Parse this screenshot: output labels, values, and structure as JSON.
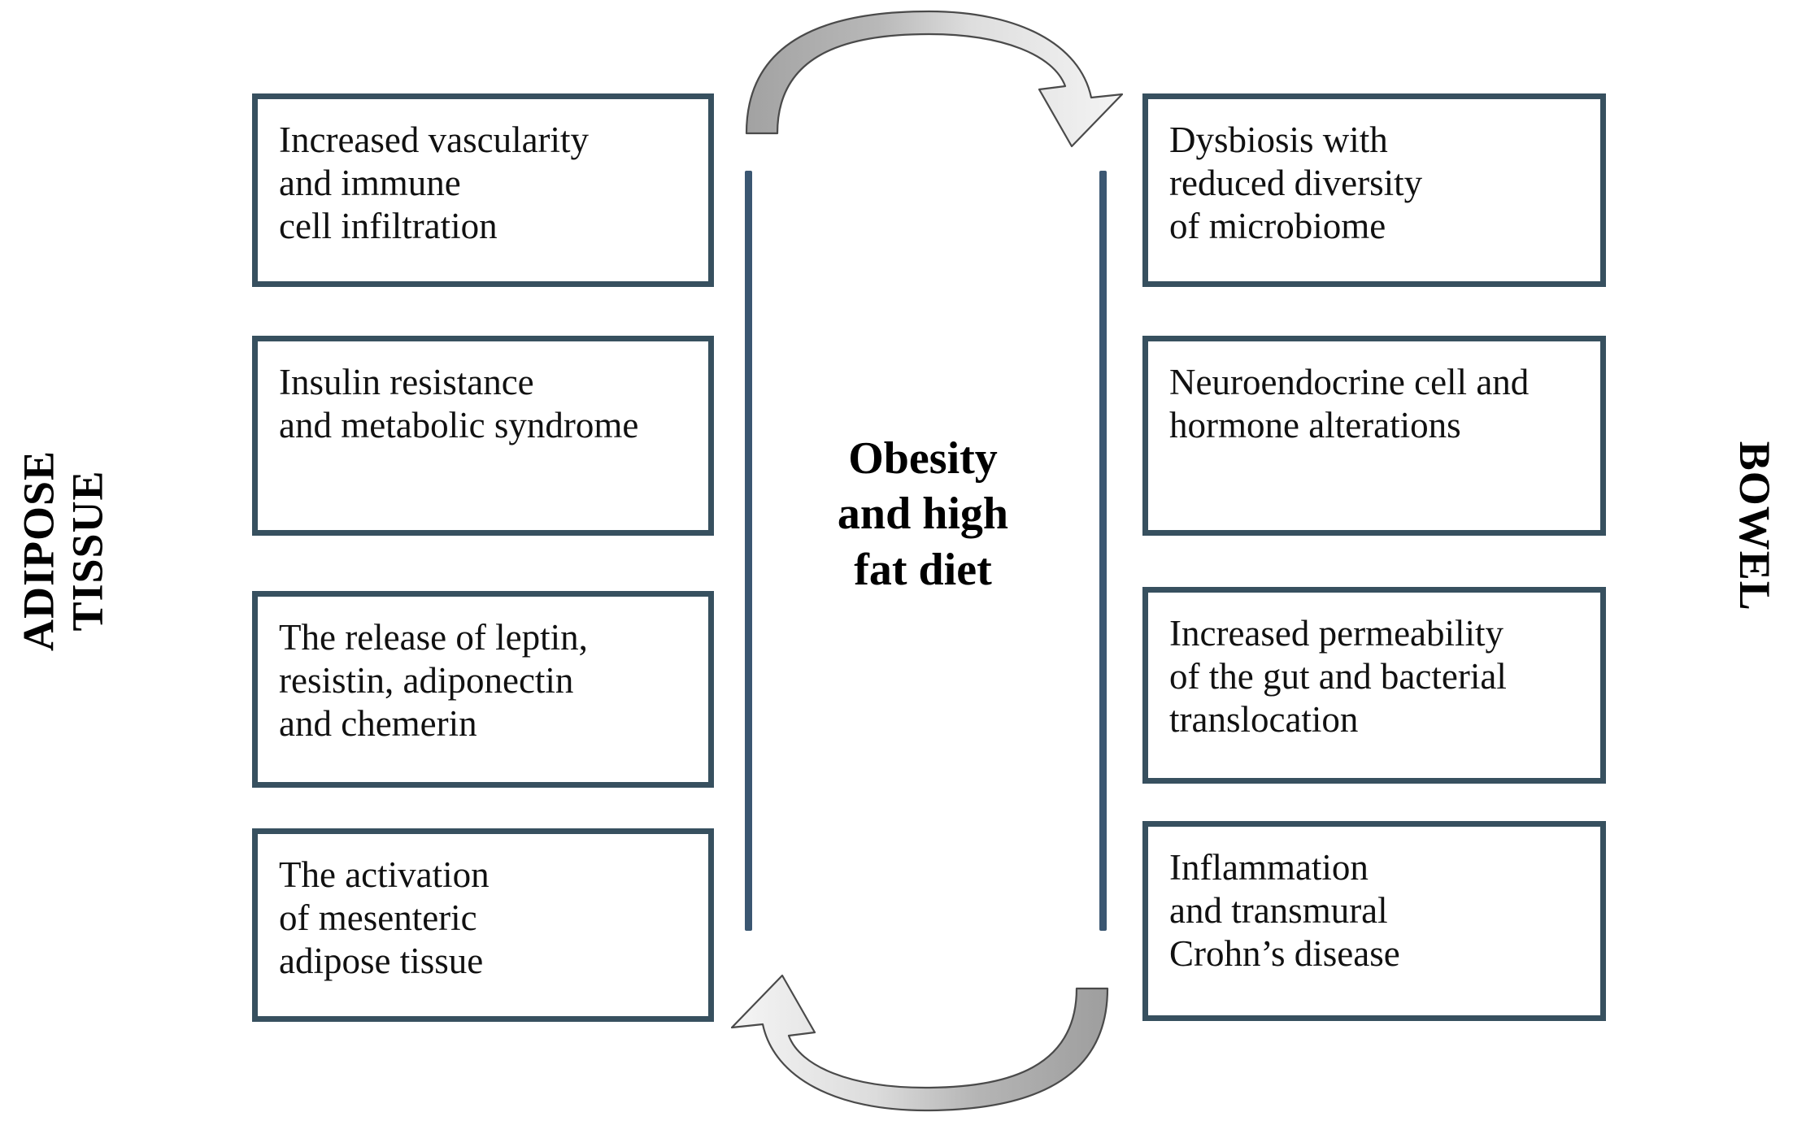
{
  "diagram": {
    "title": "Obesity and high fat diet",
    "centre_label": "Obesity\nand high\nfat diet",
    "side_labels": {
      "left": "ADIPOSE\nTISSUE",
      "right": "BOWEL"
    },
    "colors": {
      "box_border": "#37505f",
      "bracket_line": "#3b5772",
      "arrow_fill_dark": "#9a9a9a",
      "arrow_fill_light": "#f2f2f2",
      "arrow_stroke": "#4a4a4a",
      "text": "#111111",
      "background": "#ffffff"
    },
    "left_boxes": [
      {
        "id": "increased-vascularity",
        "text": "Increased vascularity\nand immune\ncell infiltration"
      },
      {
        "id": "insulin-resistance",
        "text": "Insulin resistance\nand metabolic syndrome"
      },
      {
        "id": "adipokine-release",
        "text": "The release of leptin,\n resistin, adiponectin\n and chemerin"
      },
      {
        "id": "mesenteric-activation",
        "text": "The activation\nof mesenteric\nadipose tissue"
      }
    ],
    "right_boxes": [
      {
        "id": "dysbiosis",
        "text": "Dysbiosis with\nreduced diversity\nof microbiome"
      },
      {
        "id": "neuroendocrine",
        "text": "Neuroendocrine cell and\nhormone alterations"
      },
      {
        "id": "gut-permeability",
        "text": "Increased permeability\nof the gut and bacterial\ntranslocation"
      },
      {
        "id": "crohns-inflammation",
        "text": "Inflammation\nand transmural\nCrohn’s disease"
      }
    ],
    "arrows": [
      {
        "id": "arrow-top",
        "name": "curved-arrow-right",
        "direction": "left-to-right, clockwise over the top"
      },
      {
        "id": "arrow-bottom",
        "name": "curved-arrow-left",
        "direction": "right-to-left, clockwise under the bottom"
      }
    ]
  }
}
